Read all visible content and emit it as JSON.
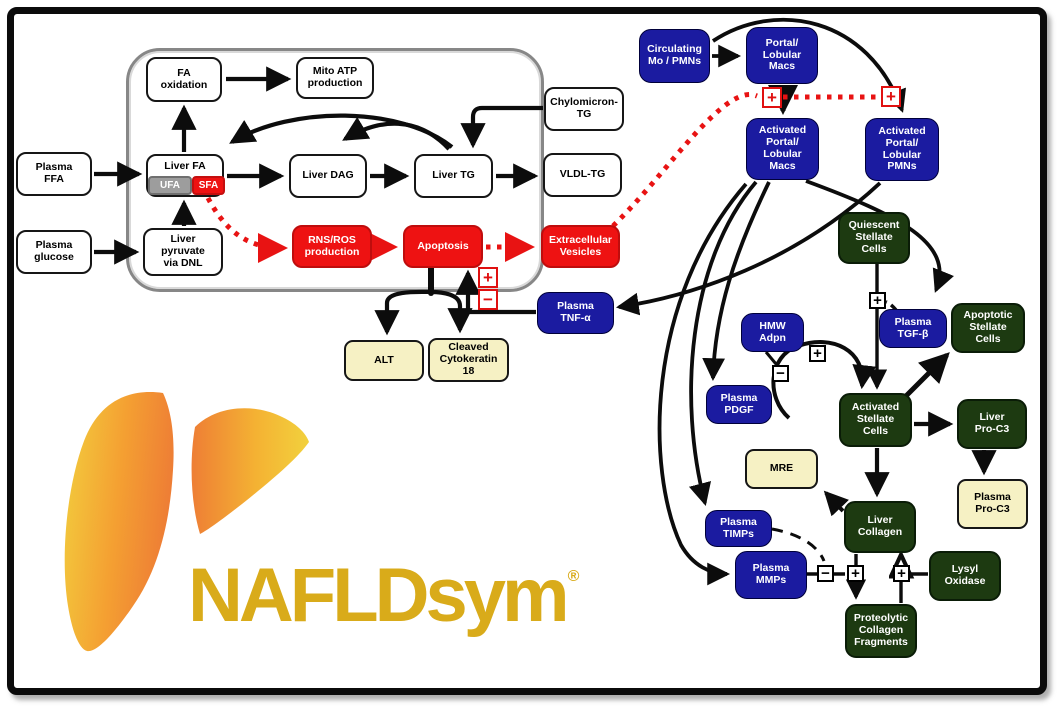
{
  "logo": {
    "brand": "NAFLDsym",
    "registered": "®"
  },
  "signs": {
    "plus": "+",
    "minus": "−"
  },
  "colors": {
    "box_blue": "#1b1ba0",
    "box_red": "#ee1212",
    "box_green": "#1d3a11",
    "box_cream": "#f6f1c4",
    "ufa_gray": "#9d9d9d",
    "brand_gold": "#d9ab1a",
    "arrow_black": "#0c0c0c",
    "dotted_red": "#e81313"
  },
  "nodes": {
    "plasma_ffa": "Plasma\nFFA",
    "plasma_glucose": "Plasma\nglucose",
    "fa_oxidation": "FA\noxidation",
    "mito_atp": "Mito ATP\nproduction",
    "liver_fa": "Liver FA",
    "ufa": "UFA",
    "sfa": "SFA",
    "liver_dag": "Liver DAG",
    "liver_tg": "Liver TG",
    "liver_pyruvate": "Liver\npyruvate\nvia DNL",
    "chylomicron_tg": "Chylomicron-\nTG",
    "vldl_tg": "VLDL-TG",
    "rns_ros": "RNS/ROS\nproduction",
    "apoptosis": "Apoptosis",
    "extracellular_vesicles": "Extracellular\nVesicles",
    "alt": "ALT",
    "cleaved_ck18": "Cleaved\nCytokeratin\n18",
    "plasma_tnf": "Plasma\nTNF-α",
    "circulating": "Circulating\nMo / PMNs",
    "portal_macs": "Portal/\nLobular\nMacs",
    "activated_macs": "Activated\nPortal/\nLobular\nMacs",
    "activated_pmns": "Activated\nPortal/\nLobular\nPMNs",
    "quiescent_stellate": "Quiescent\nStellate\nCells",
    "plasma_tgf": "Plasma\nTGF-β",
    "apoptotic_stellate": "Apoptotic\nStellate\nCells",
    "hmw_adpn": "HMW\nAdpn",
    "plasma_pdgf": "Plasma\nPDGF",
    "activated_stellate": "Activated\nStellate\nCells",
    "liver_pro_c3": "Liver\nPro-C3",
    "plasma_pro_c3": "Plasma\nPro-C3",
    "mre": "MRE",
    "plasma_timps": "Plasma\nTIMPs",
    "plasma_mmps": "Plasma\nMMPs",
    "liver_collagen": "Liver\nCollagen",
    "lysyl_oxidase": "Lysyl\nOxidase",
    "proteolytic_fragments": "Proteolytic\nCollagen\nFragments"
  }
}
